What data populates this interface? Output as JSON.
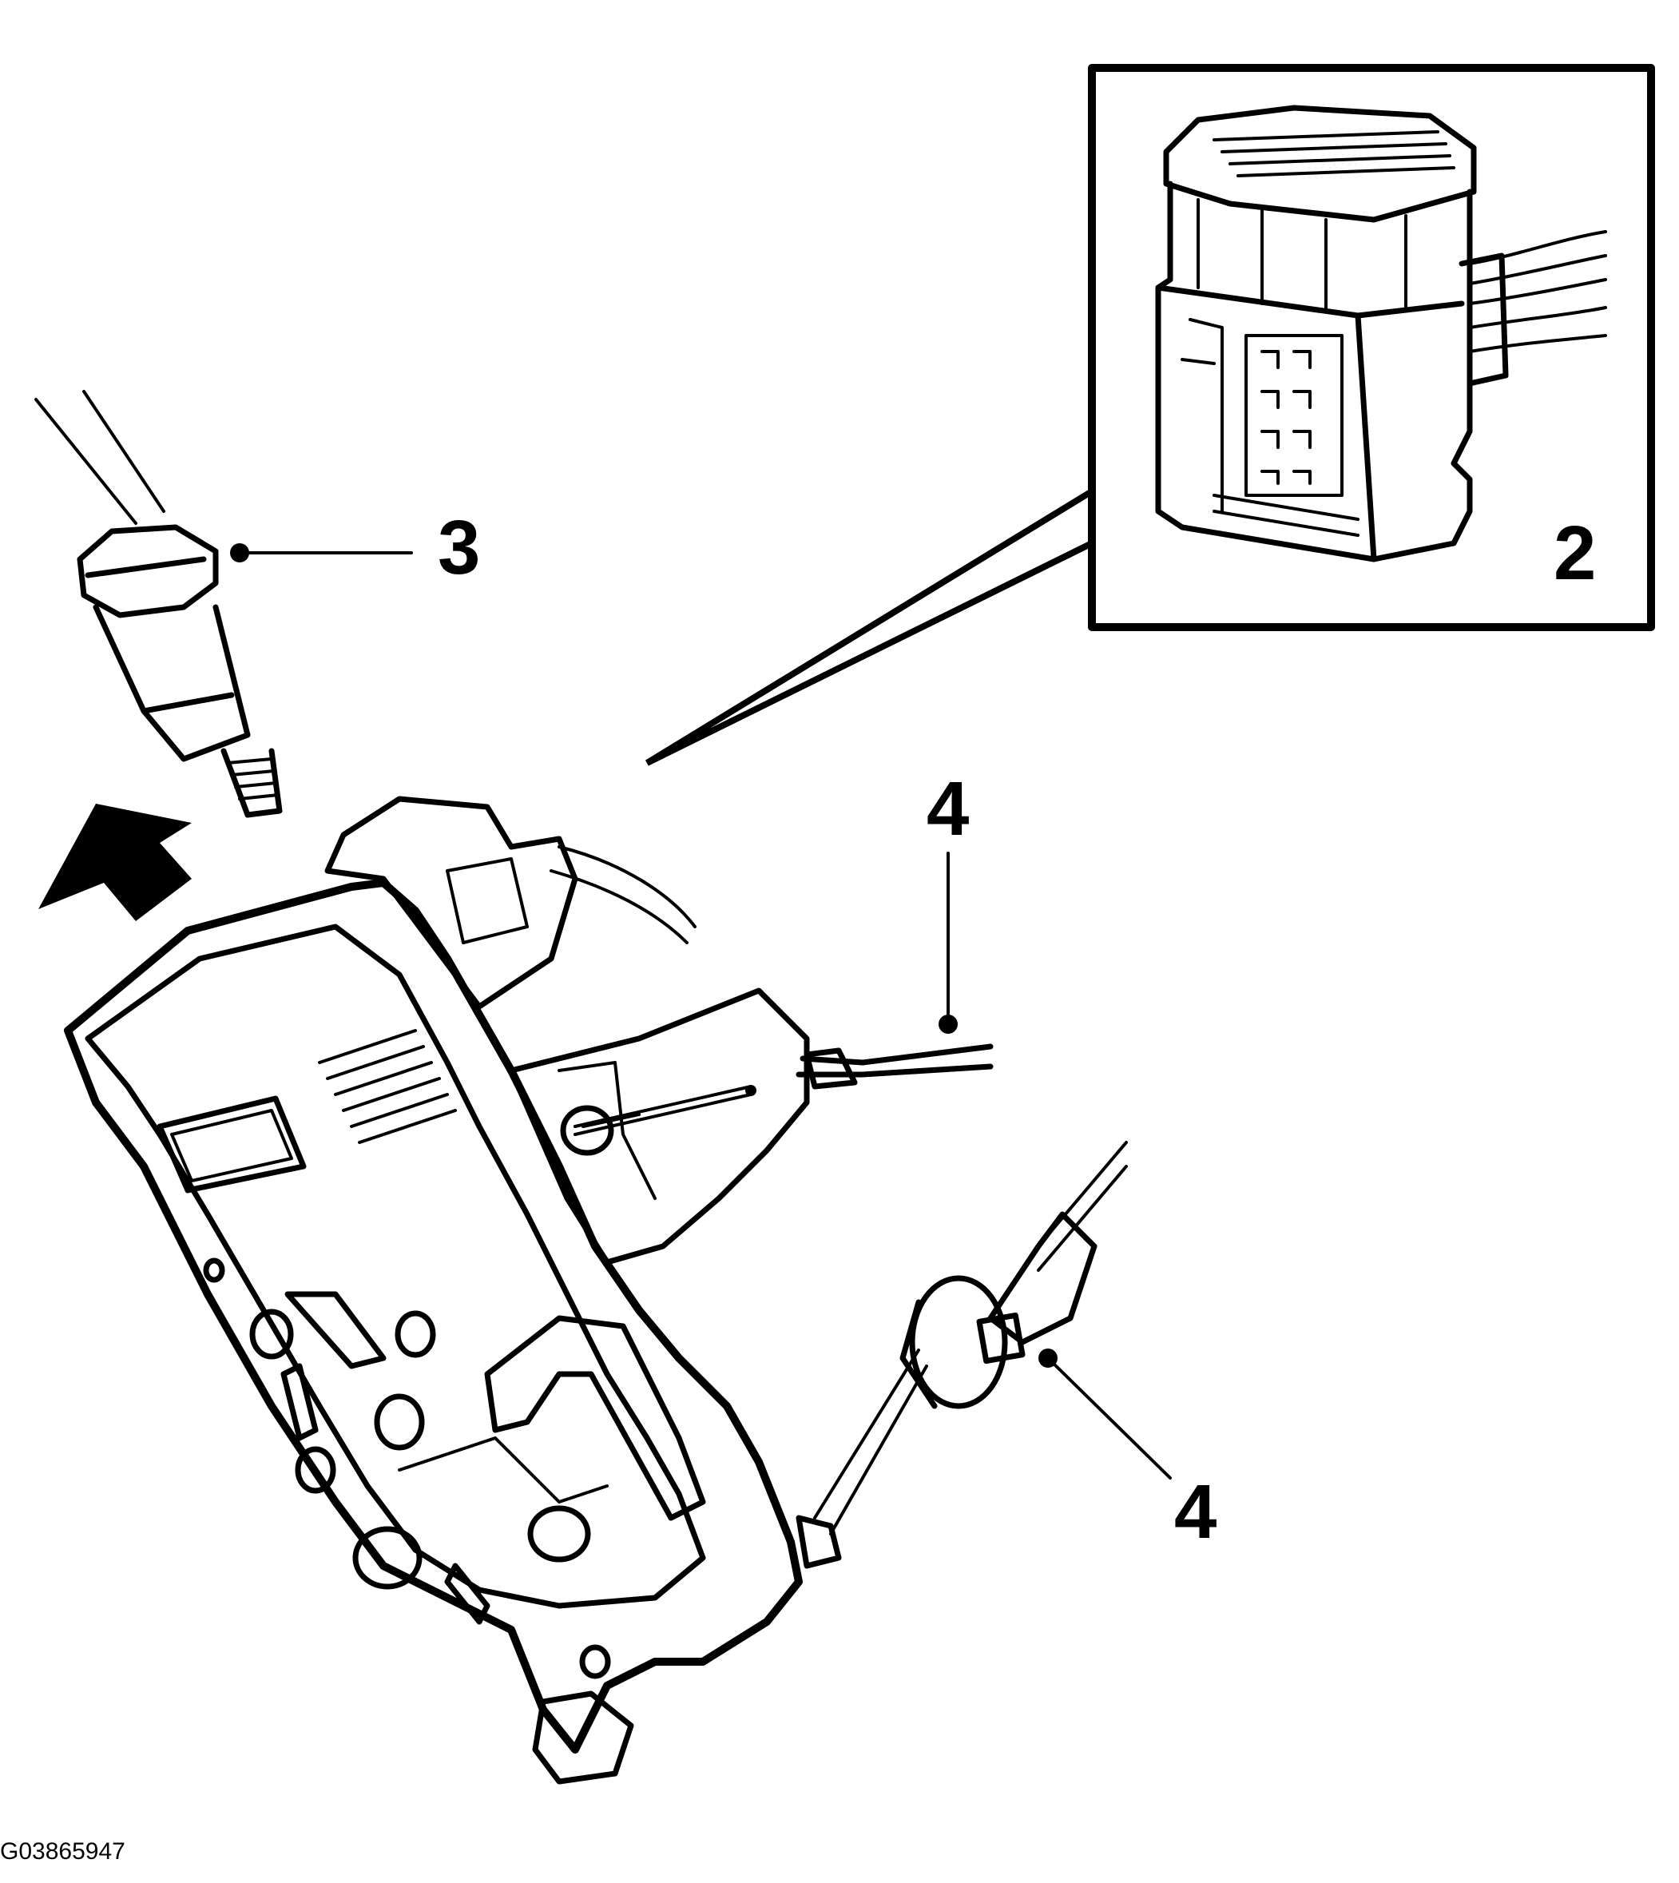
{
  "callouts": {
    "connector": "2",
    "lock_cylinder_rod": "3",
    "cable_upper": "4",
    "cable_lower": "4"
  },
  "figure_id": "G03865947",
  "colors": {
    "ink": "#000000",
    "paper": "#ffffff"
  },
  "icons": {
    "direction_arrow": "arrow-up-left-icon"
  }
}
